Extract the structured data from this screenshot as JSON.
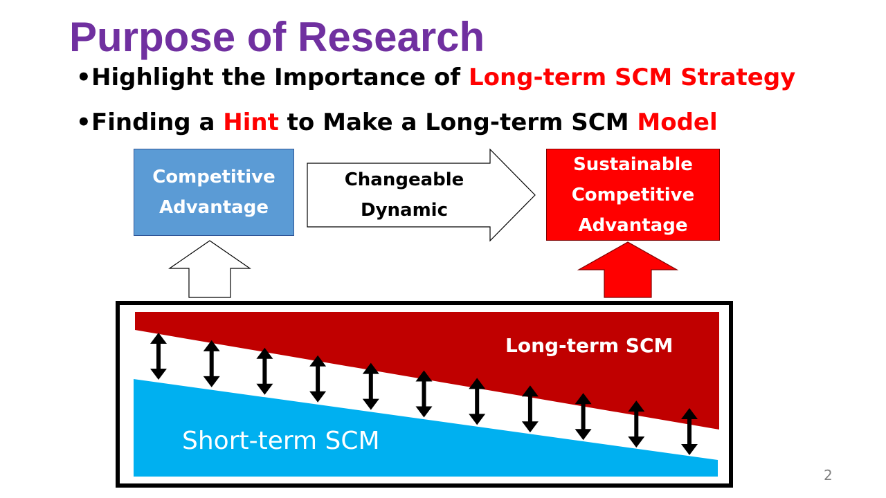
{
  "slide": {
    "title": "Purpose of Research",
    "title_color": "#7030a0",
    "accent_color": "#ff0000",
    "page_number": "2"
  },
  "bullets": [
    {
      "symbol": "•",
      "before": "Highlight the Importance of ",
      "highlight": "Long-term SCM Strategy",
      "after": ""
    },
    {
      "symbol": "•",
      "part1": "Finding a ",
      "highlight1": "Hint",
      "part2": " to Make a Long-term SCM ",
      "highlight2": "Model"
    }
  ],
  "diagram": {
    "competitive_advantage": {
      "line1": "Competitive",
      "line2": "Advantage",
      "color": "#5b9bd5"
    },
    "transition_arrow": {
      "line1": "Changeable",
      "line2": "Dynamic"
    },
    "sustainable_advantage": {
      "line1": "Sustainable",
      "line2": "Competitive",
      "line3": "Advantage",
      "color": "#ff0000"
    },
    "long_term_band": {
      "label": "Long-term SCM",
      "color": "#c00000"
    },
    "short_term_band": {
      "label": "Short-term SCM",
      "color": "#00b0f0"
    },
    "gap_indicator_count": 11
  }
}
